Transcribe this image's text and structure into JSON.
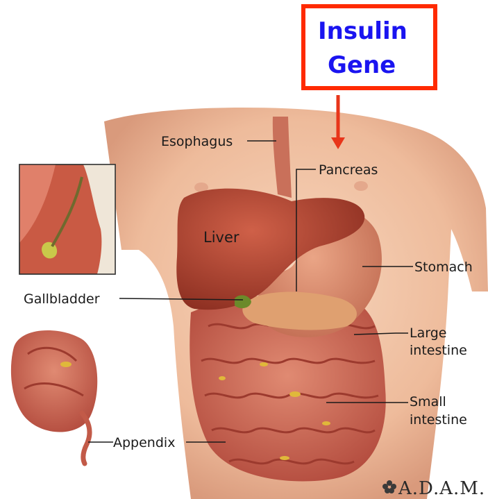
{
  "callout": {
    "line1": "Insulin",
    "line2": "Gene",
    "border_color": "#ff2a00",
    "text_color": "#1a14f0",
    "arrow_color": "#e8351a"
  },
  "labels": {
    "esophagus": "Esophagus",
    "pancreas": "Pancreas",
    "liver": "Liver",
    "stomach": "Stomach",
    "gallbladder": "Gallbladder",
    "large_intestine_1": "Large",
    "large_intestine_2": "intestine",
    "small_intestine_1": "Small",
    "small_intestine_2": "intestine",
    "appendix": "Appendix"
  },
  "brand": {
    "text": "A.D.A.M.",
    "logo_icon": "flower-logo-icon"
  },
  "colors": {
    "skin": "#f2c7a8",
    "liver": "#b84a36",
    "intestine": "#cf6a55",
    "stomach": "#d98a6c",
    "pancreas": "#e0a06a"
  }
}
